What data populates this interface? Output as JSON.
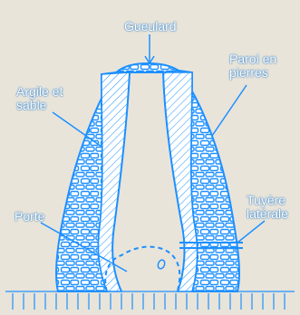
{
  "labels": {
    "gueulard": "Gueulard",
    "paroi": "Paroi en\npierres",
    "argile": "Argile et\nsable",
    "tuyere": "Tuyère\nlatérale",
    "porte": "Porte"
  },
  "colors": {
    "background": "#e8e4da",
    "line": "#1e90ff",
    "stone_fill": "#ffffff",
    "label_outline": "#1e73be"
  }
}
